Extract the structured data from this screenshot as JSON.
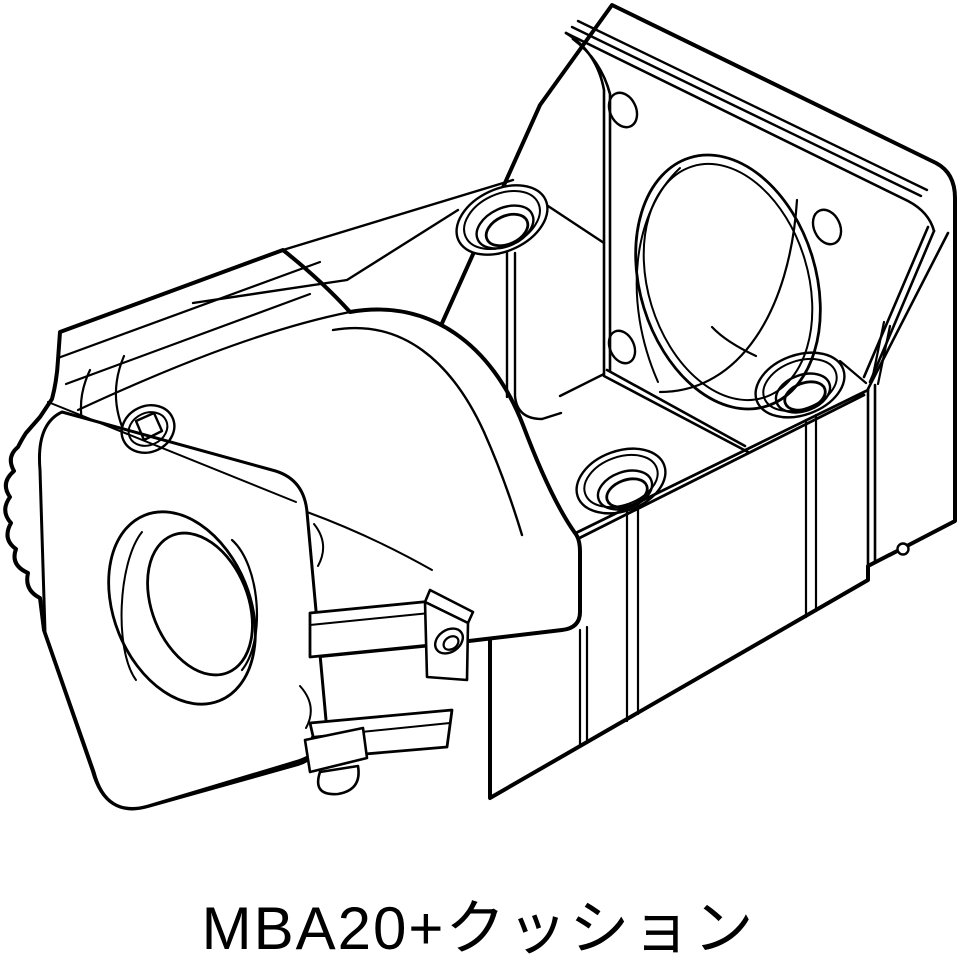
{
  "caption": {
    "text": "MBA20+クッション"
  },
  "drawing": {
    "title": "MBA20 motor bracket with cushion - isometric line drawing",
    "line_color": "#000000",
    "background_color": "#ffffff",
    "components": [
      "motor-flange-plate",
      "motor-pilot-bore",
      "flange-screw-holes",
      "counterbored-mounting-holes",
      "bracket-base",
      "base-grooves",
      "cushion-cylinder",
      "cushion-front-plate",
      "cushion-front-bore",
      "hex-socket-screw",
      "mounting-rails",
      "mounting-tab"
    ]
  }
}
